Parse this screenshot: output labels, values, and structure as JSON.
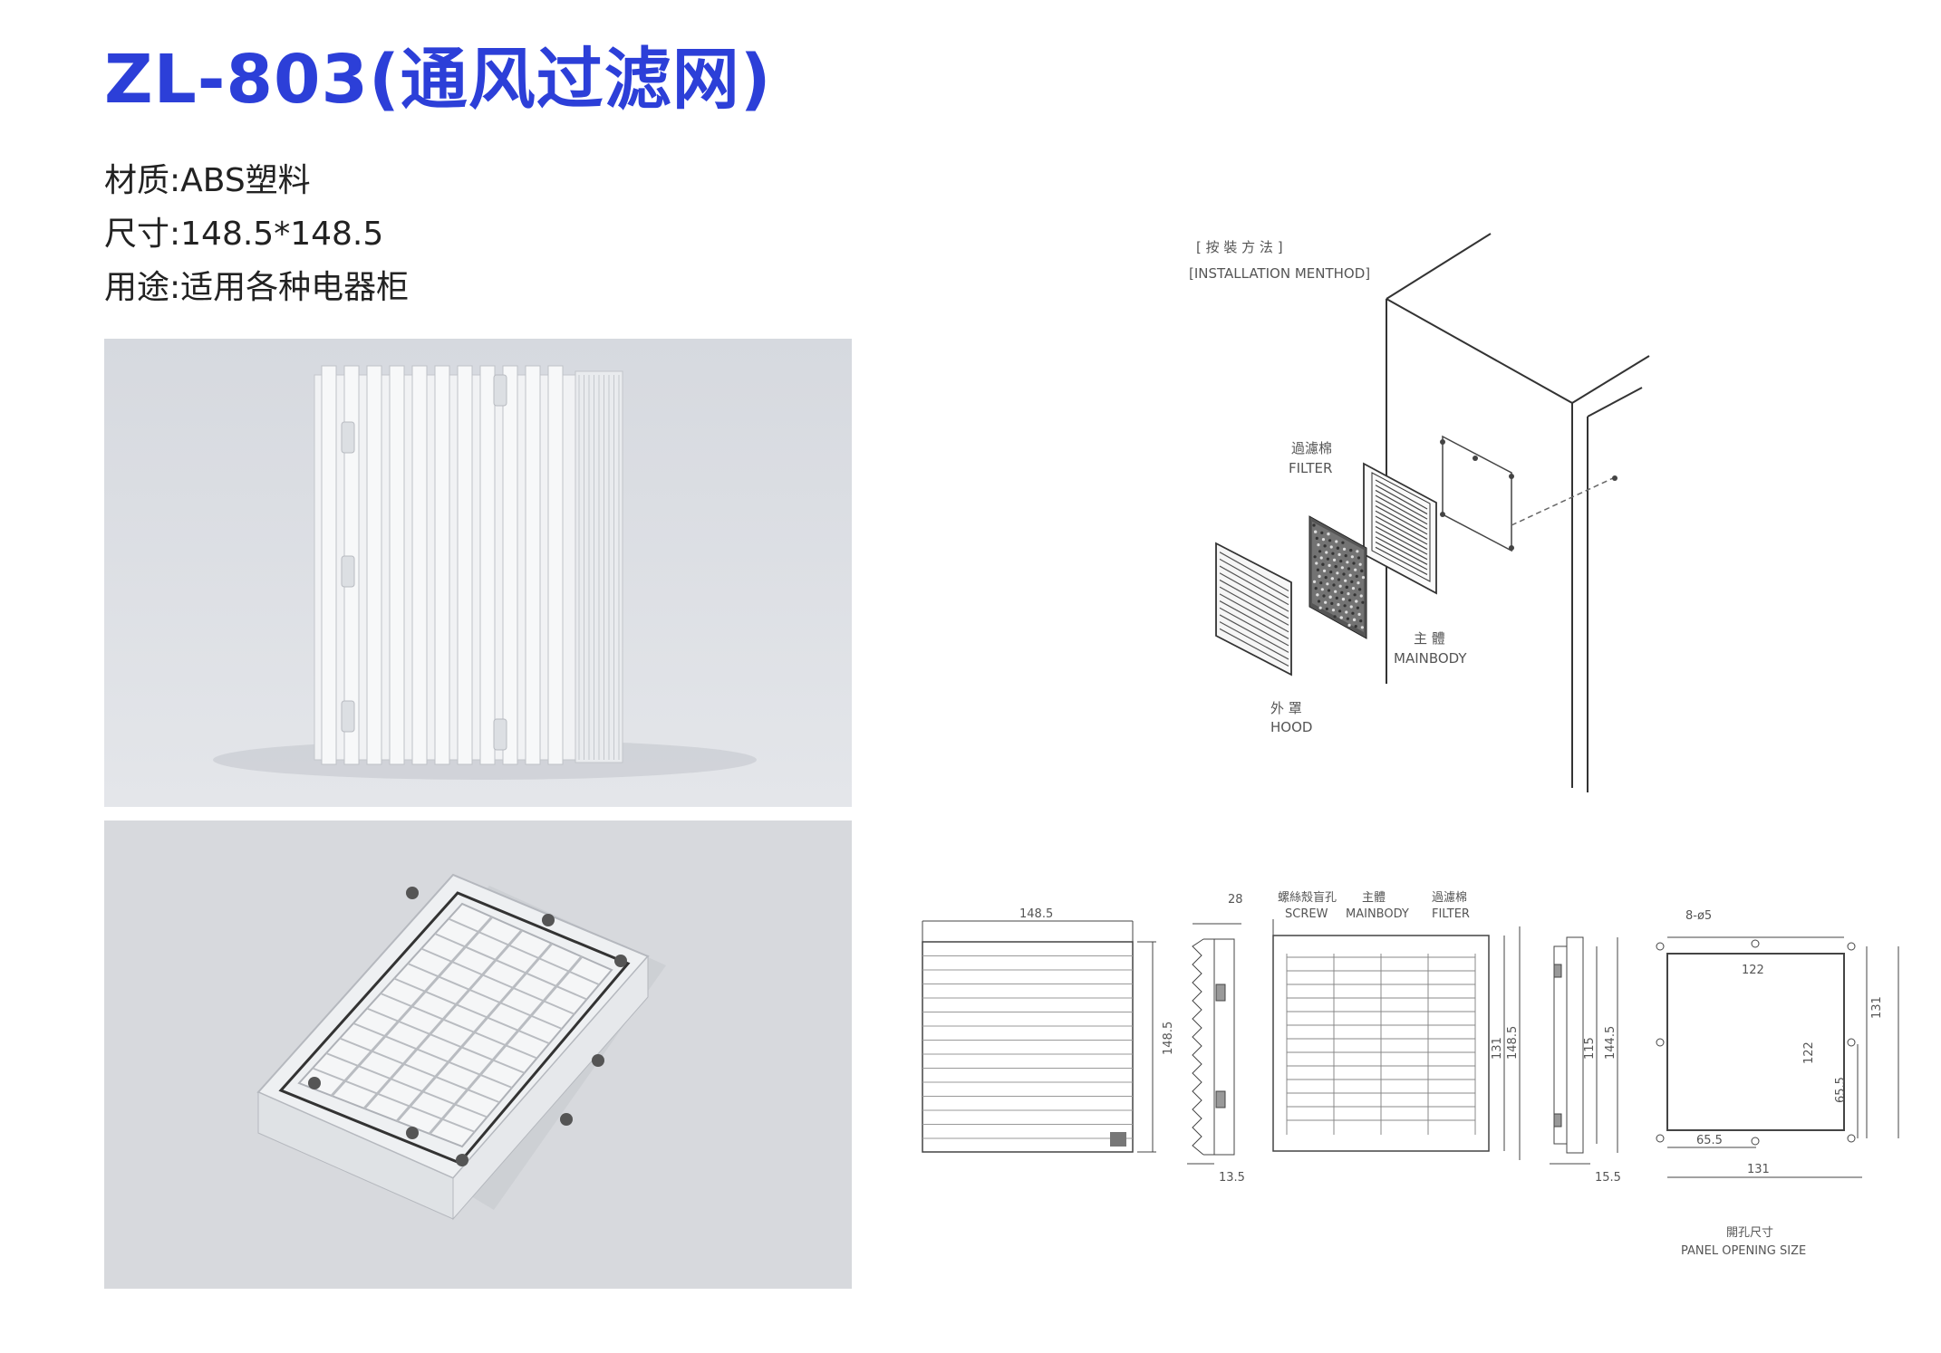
{
  "title": "ZL-803(通风过滤网)",
  "specs": {
    "material": "材质:ABS塑料",
    "size": "尺寸:148.5*148.5",
    "usage": "用途:适用各种电器柜"
  },
  "installation": {
    "title_cn": "[ 按   裝   方   法 ]",
    "title_en": "[INSTALLATION MENTHOD]",
    "filter_cn": "過濾棉",
    "filter_en": "FILTER",
    "mainbody_cn": "主 體",
    "mainbody_en": "MAINBODY",
    "hood_cn": "外 罩",
    "hood_en": "HOOD"
  },
  "drawings": {
    "dim_148_5": "148.5",
    "dim_28": "28",
    "dim_13_5": "13.5",
    "screw_cn": "螺絲殼盲孔",
    "screw_en": "SCREW",
    "main_cn": "主體",
    "main_en": "MAINBODY",
    "filter_cn": "過濾棉",
    "filter_en": "FILTER",
    "dim_131": "131",
    "dim_115": "115",
    "dim_144_5": "144.5",
    "dim_15_5": "15.5",
    "holes": "8-ø5",
    "dim_122": "122",
    "dim_65_5": "65.5",
    "panel_cn": "開孔尺寸",
    "panel_en": "PANEL OPENING SIZE"
  }
}
